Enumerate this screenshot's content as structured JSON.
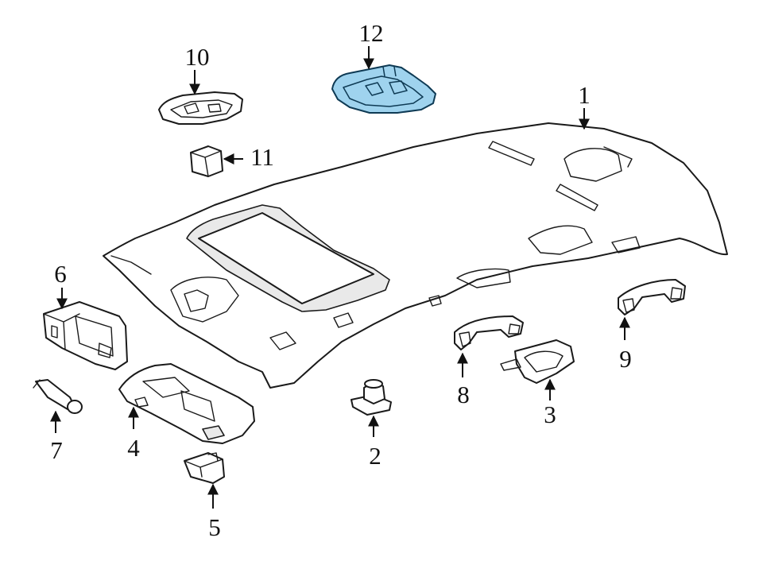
{
  "callouts": [
    {
      "id": "1",
      "label": "1"
    },
    {
      "id": "2",
      "label": "2"
    },
    {
      "id": "3",
      "label": "3"
    },
    {
      "id": "4",
      "label": "4"
    },
    {
      "id": "5",
      "label": "5"
    },
    {
      "id": "6",
      "label": "6"
    },
    {
      "id": "7",
      "label": "7"
    },
    {
      "id": "8",
      "label": "8"
    },
    {
      "id": "9",
      "label": "9"
    },
    {
      "id": "10",
      "label": "10"
    },
    {
      "id": "11",
      "label": "11"
    },
    {
      "id": "12",
      "label": "12"
    }
  ],
  "highlighted_part": "12",
  "colors": {
    "line": "#1a1a1a",
    "highlight_fill": "#9fd3ee",
    "highlight_stroke": "#0e3a54",
    "background": "#ffffff"
  }
}
